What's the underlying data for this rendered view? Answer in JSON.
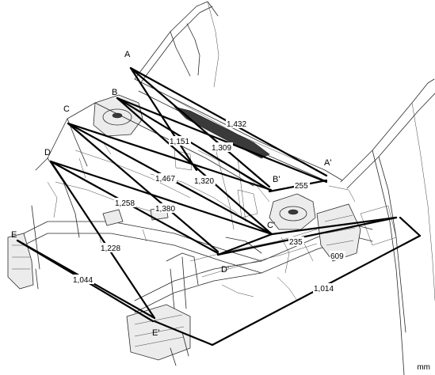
{
  "unit": "mm",
  "points": [
    {
      "id": "A",
      "label": "A"
    },
    {
      "id": "A2",
      "label": "A'"
    },
    {
      "id": "B",
      "label": "B"
    },
    {
      "id": "B2",
      "label": "B'"
    },
    {
      "id": "C",
      "label": "C"
    },
    {
      "id": "C2",
      "label": "C'"
    },
    {
      "id": "D",
      "label": "D"
    },
    {
      "id": "D2",
      "label": "D'"
    },
    {
      "id": "E",
      "label": "E"
    },
    {
      "id": "E2",
      "label": "E'"
    }
  ],
  "dimensions": [
    {
      "id": "d1432",
      "label": "1,432"
    },
    {
      "id": "d1309",
      "label": "1,309"
    },
    {
      "id": "d1151",
      "label": "1,151"
    },
    {
      "id": "d1467",
      "label": "1,467"
    },
    {
      "id": "d1320",
      "label": "1,320"
    },
    {
      "id": "d255",
      "label": "255"
    },
    {
      "id": "d1258",
      "label": "1,258"
    },
    {
      "id": "d1380",
      "label": "1,380"
    },
    {
      "id": "d235",
      "label": "235"
    },
    {
      "id": "d609",
      "label": "609"
    },
    {
      "id": "d1228",
      "label": "1,228"
    },
    {
      "id": "d1044",
      "label": "1,044"
    },
    {
      "id": "d1014",
      "label": "1,014"
    }
  ]
}
